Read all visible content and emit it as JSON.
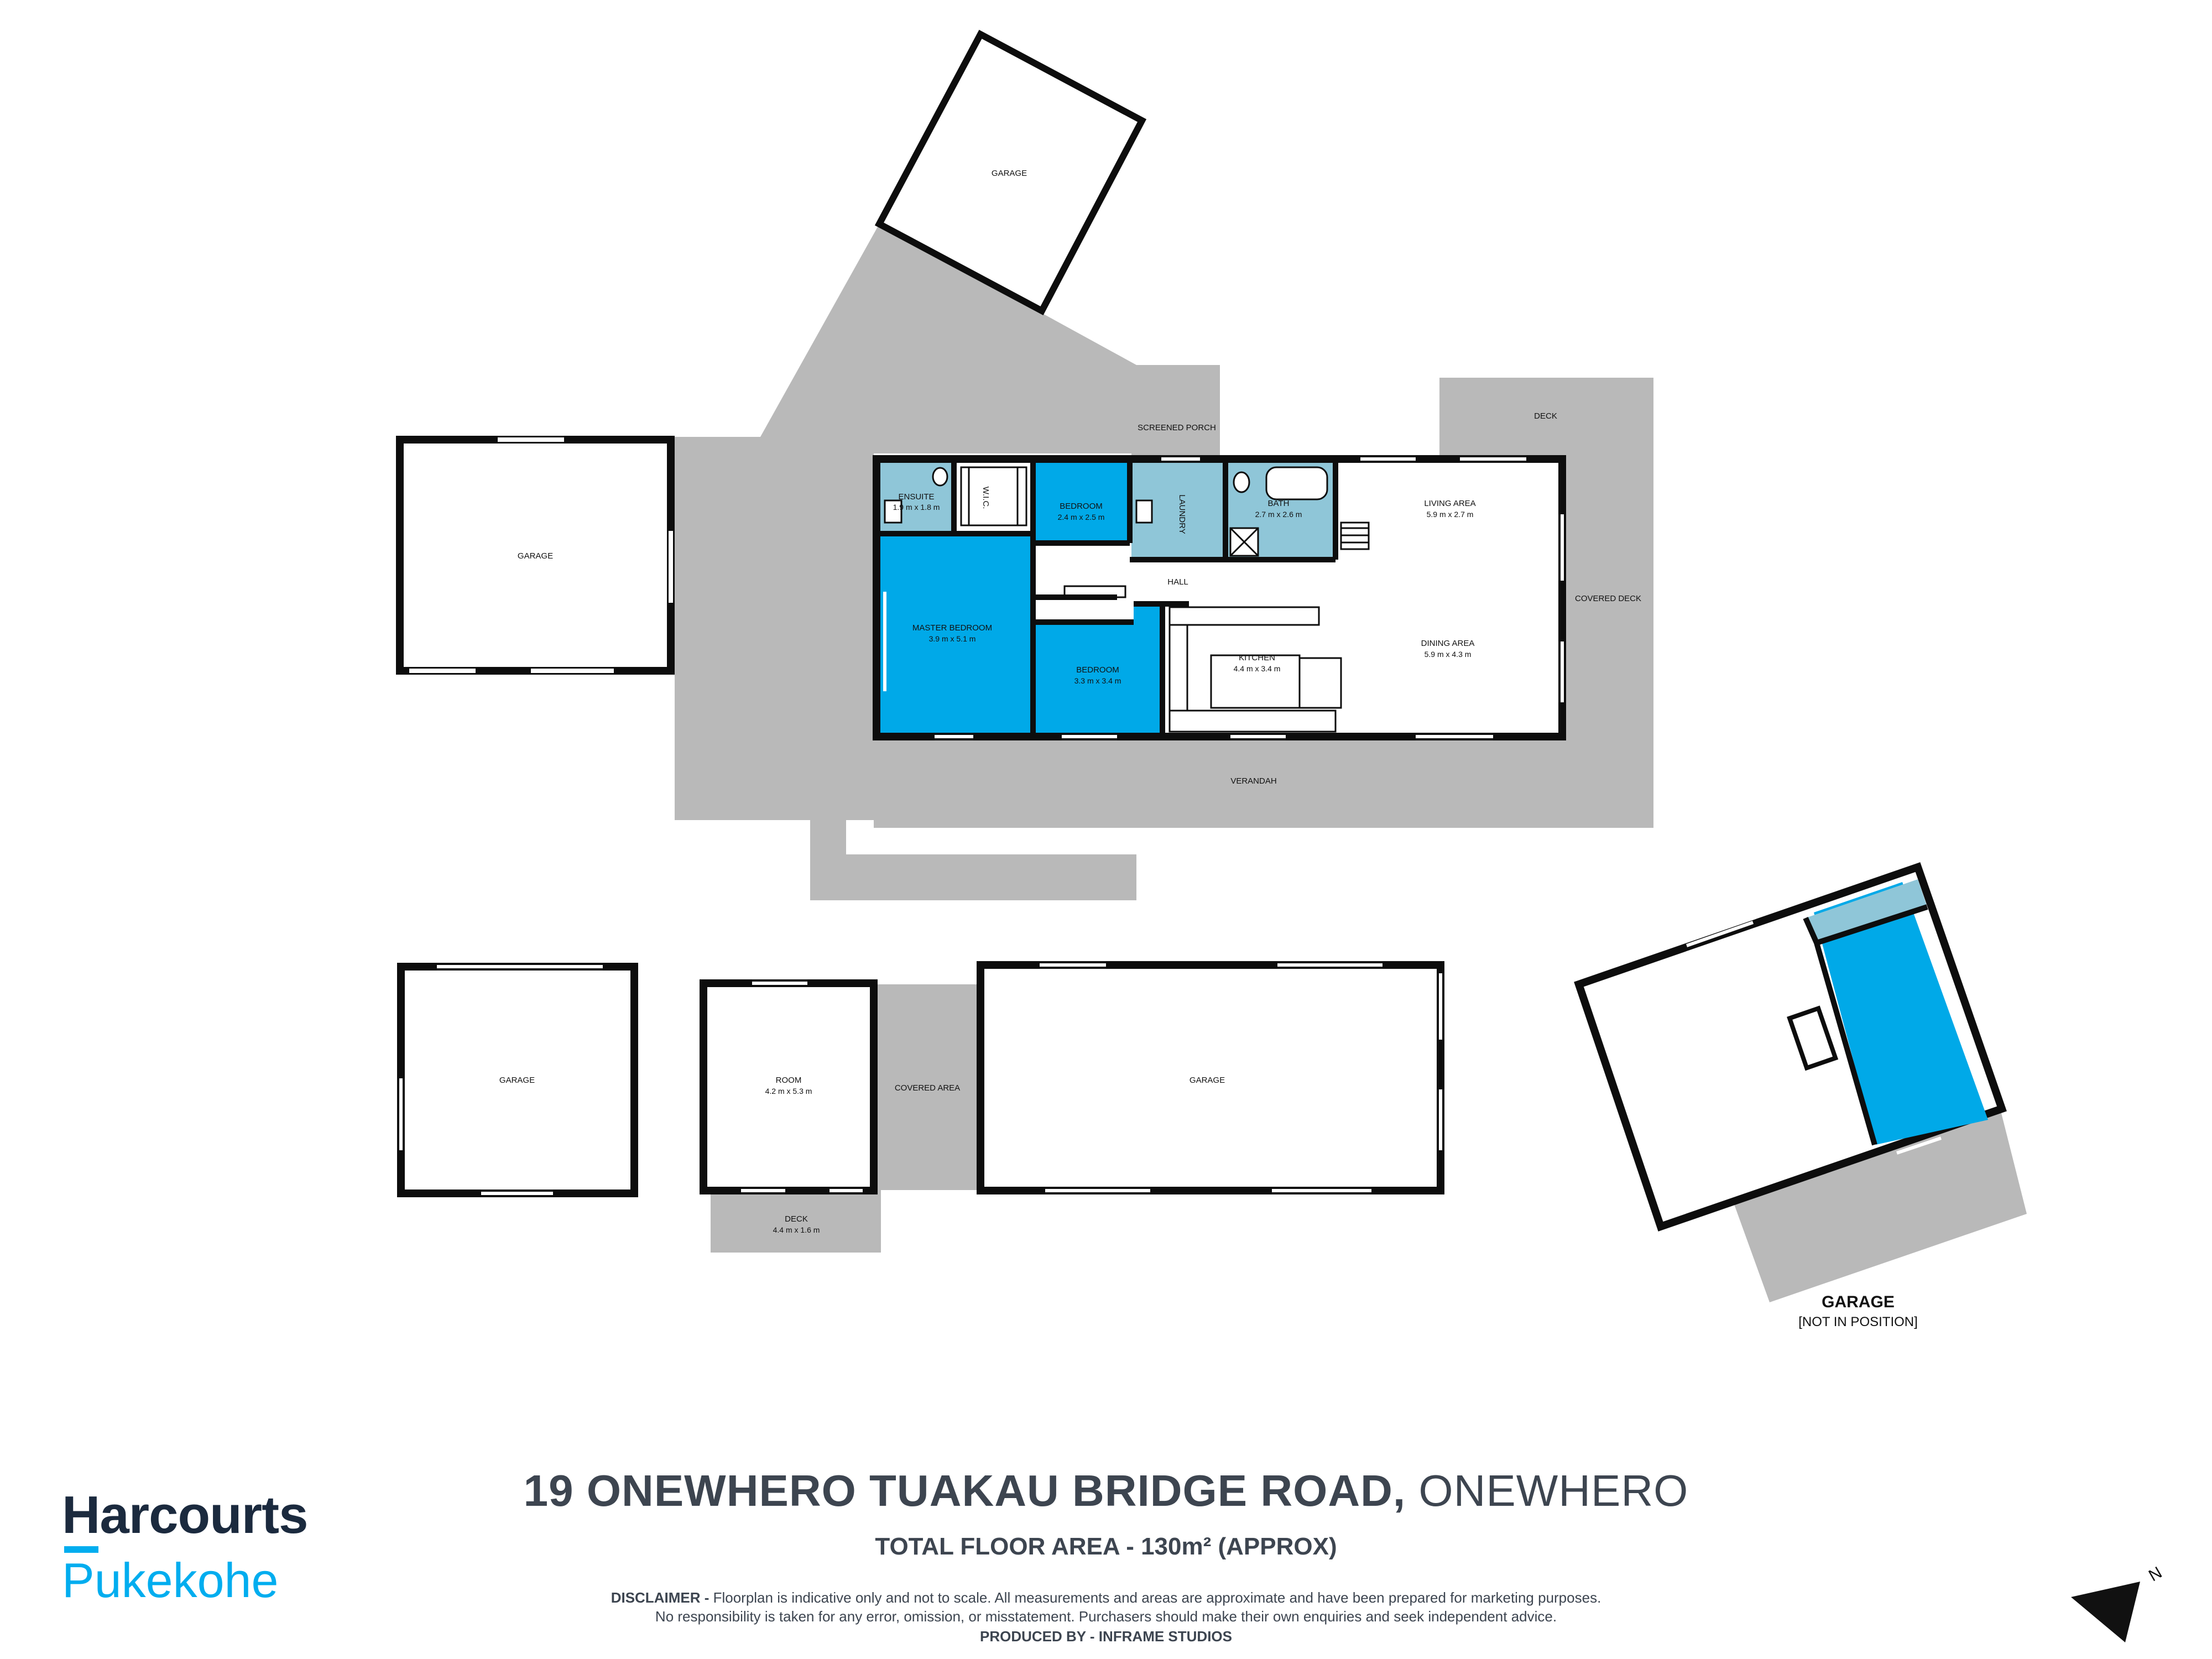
{
  "colors": {
    "bedroom": "#00a9e8",
    "wet_area": "#8fc6d8",
    "outdoor": "#b9b9b9",
    "wall": "#0d0d0d",
    "text": "#3d4550",
    "brand_navy": "#1b2a3e",
    "brand_blue": "#00adef"
  },
  "rooms": {
    "garage_top": "GARAGE",
    "garage_left": "GARAGE",
    "screened_porch": "SCREENED PORCH",
    "deck": "DECK",
    "covered_deck": "COVERED DECK",
    "ensuite": {
      "name": "ENSUITE",
      "size": "1.9 m x 1.8 m"
    },
    "wic": "W.I.C.",
    "bedroom_small": {
      "name": "BEDROOM",
      "size": "2.4 m x 2.5 m"
    },
    "laundry": "LAUNDRY",
    "bath": {
      "name": "BATH",
      "size": "2.7 m x 2.6 m"
    },
    "living": {
      "name": "LIVING AREA",
      "size": "5.9 m x 2.7 m"
    },
    "hall": "HALL",
    "master": {
      "name": "MASTER BEDROOM",
      "size": "3.9 m x 5.1 m"
    },
    "bedroom_2": {
      "name": "BEDROOM",
      "size": "3.3 m x 3.4 m"
    },
    "kitchen": {
      "name": "KITCHEN",
      "size": "4.4 m x 3.4 m"
    },
    "dining": {
      "name": "DINING AREA",
      "size": "5.9 m x 4.3 m"
    },
    "verandah": "VERANDAH",
    "garage_bottom_left": "GARAGE",
    "room": {
      "name": "ROOM",
      "size": "4.2 m x 5.3 m"
    },
    "covered_area": "COVERED AREA",
    "garage_bottom_big": "GARAGE",
    "deck_small": {
      "name": "DECK",
      "size": "4.4 m x 1.6 m"
    },
    "garage_rotated": {
      "name": "GARAGE",
      "note": "[NOT IN POSITION]"
    }
  },
  "footer": {
    "address_bold": "19 ONEWHERO TUAKAU BRIDGE ROAD,",
    "address_light": " ONEWHERO",
    "floor_area": "TOTAL FLOOR AREA - 130m² (APPROX)",
    "disclaimer_label": "DISCLAIMER -",
    "disclaimer_line1": " Floorplan is indicative only and not to scale. All measurements and areas are approximate and have been prepared for marketing purposes.",
    "disclaimer_line2": "No responsibility is taken for any error, omission, or misstatement. Purchasers should make their own enquiries and seek independent advice.",
    "produced_by": "PRODUCED BY - INFRAME STUDIOS"
  },
  "brand": {
    "name": "Harcourts",
    "office": "Pukekohe"
  },
  "compass": {
    "label": "N"
  }
}
